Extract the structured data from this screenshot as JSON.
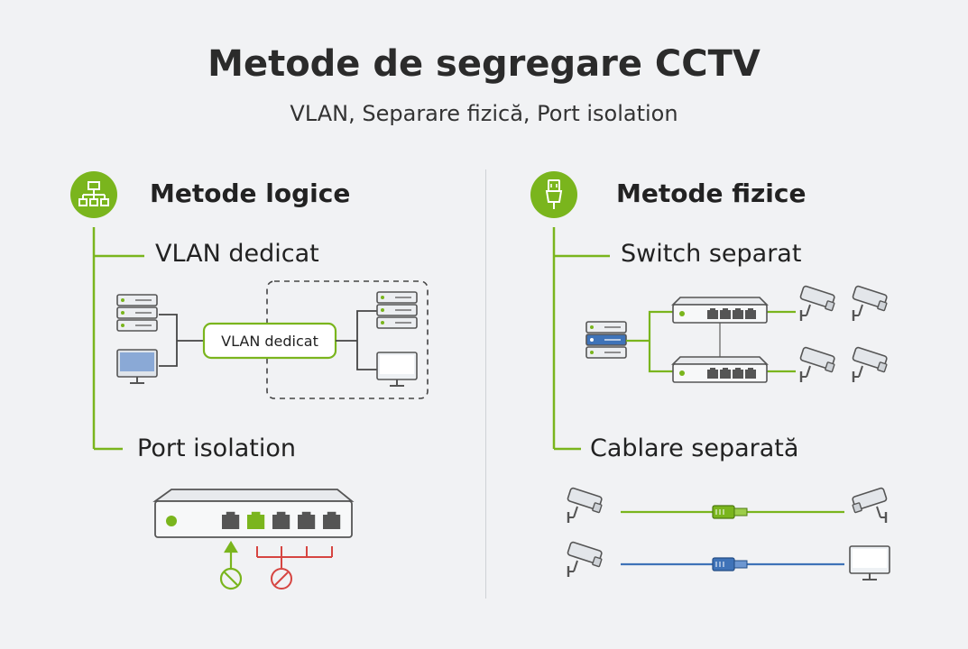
{
  "title": "Metode de segregare CCTV",
  "subtitle": "VLAN, Separare fizică, Port isolation",
  "left": {
    "heading": "Metode logice",
    "icon": "network-hierarchy-icon",
    "vlan_label": "VLAN dedicat",
    "vlan_box_label": "VLAN dedicat",
    "port_label": "Port isolation"
  },
  "right": {
    "heading": "Metode fizice",
    "icon": "usb-plug-icon",
    "switch_label": "Switch separat",
    "cable_label": "Cablare separată"
  },
  "colors": {
    "green": "#7ab51d",
    "blue": "#3f73b8",
    "red": "#d64541",
    "gray": "#555555"
  }
}
